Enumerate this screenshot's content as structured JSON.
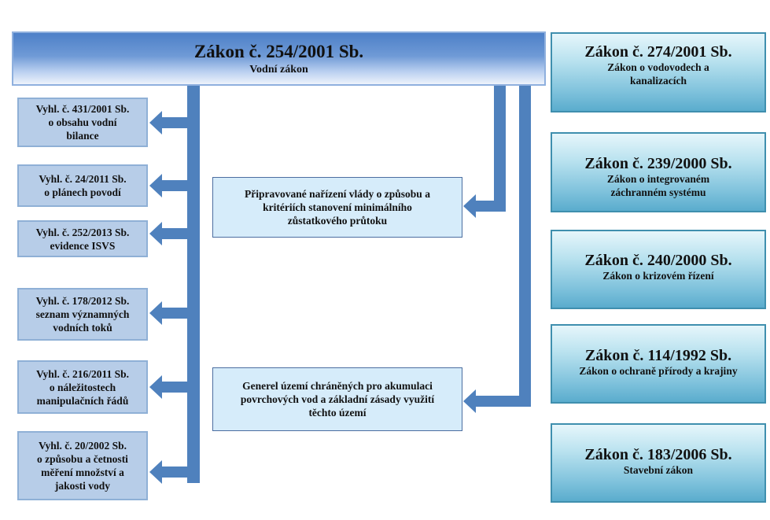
{
  "main_law": {
    "title": "Zákon č. 254/2001 Sb.",
    "subtitle": "Vodní zákon"
  },
  "decrees": [
    {
      "l1": "Vyhl. č. 431/2001 Sb.",
      "l2": "o obsahu vodní",
      "l3": "bilance"
    },
    {
      "l1": "Vyhl. č. 24/2011 Sb.",
      "l2": "o plánech povodí",
      "l3": ""
    },
    {
      "l1": "Vyhl. č. 252/2013 Sb.",
      "l2": "evidence ISVS",
      "l3": ""
    },
    {
      "l1": "Vyhl. č. 178/2012 Sb.",
      "l2": "seznam významných",
      "l3": "vodních toků"
    },
    {
      "l1": "Vyhl. č. 216/2011 Sb.",
      "l2": "o náležitostech",
      "l3": "manipulačních řádů"
    },
    {
      "l1": "Vyhl. č. 20/2002 Sb.",
      "l2": "o způsobu a četnosti",
      "l3": "měření množství a",
      "l4": "jakosti vody"
    }
  ],
  "center_boxes": [
    {
      "l1": "Připravované nařízení vlády o způsobu a",
      "l2": "kritériích stanovení minimálního",
      "l3": "zůstatkového průtoku"
    },
    {
      "l1": "Generel území chráněných pro akumulaci",
      "l2": "povrchových vod a základní zásady využití",
      "l3": "těchto území"
    }
  ],
  "other_laws": [
    {
      "title": "Zákon č. 274/2001 Sb.",
      "l1": "Zákon o vodovodech a",
      "l2": "kanalizacích"
    },
    {
      "title": "Zákon č. 239/2000 Sb.",
      "l1": "Zákon o integrovaném",
      "l2": "záchranném systému"
    },
    {
      "title": "Zákon č. 240/2000 Sb.",
      "l1": "Zákon o krizovém řízení",
      "l2": ""
    },
    {
      "title": "Zákon č. 114/1992 Sb.",
      "l1": "Zákon o ochraně přírody a krajiny",
      "l2": ""
    },
    {
      "title": "Zákon č. 183/2006 Sb.",
      "l1": "Stavební zákon",
      "l2": ""
    }
  ],
  "colors": {
    "connector": "#4f81bd",
    "decree_fill": "#b7cde8",
    "center_fill": "#d6ecfa",
    "law_border": "#3f8fae"
  }
}
